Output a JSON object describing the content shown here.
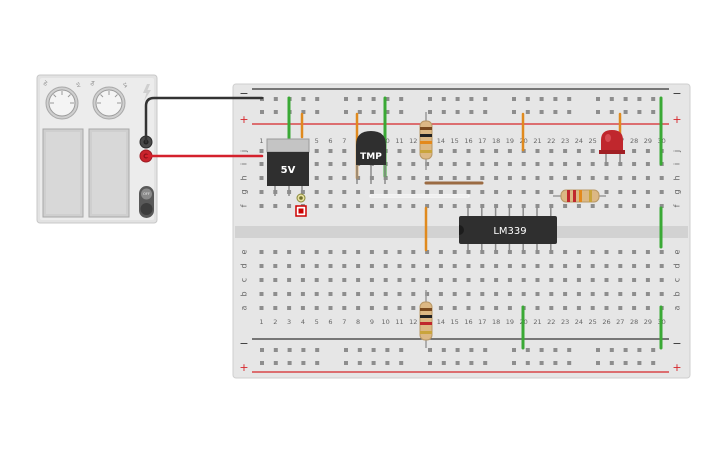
{
  "power_supply": {
    "knob_left_scale_low": "0V",
    "knob_left_scale_high": "5V",
    "knob_right_scale_low": "0A",
    "knob_right_scale_high": "1A",
    "off_label": "OFF"
  },
  "breadboard": {
    "columns": [
      "1",
      "2",
      "3",
      "4",
      "5",
      "6",
      "7",
      "8",
      "9",
      "10",
      "11",
      "12",
      "13",
      "14",
      "15",
      "16",
      "17",
      "18",
      "19",
      "20",
      "21",
      "22",
      "23",
      "24",
      "25",
      "26",
      "27",
      "28",
      "29",
      "30"
    ],
    "rows_top": [
      "j",
      "i",
      "h",
      "g",
      "f"
    ],
    "rows_bottom": [
      "e",
      "d",
      "c",
      "b",
      "a"
    ],
    "rail_minus": "−",
    "rail_plus": "+"
  },
  "components": {
    "regulator_label": "5V",
    "sensor_label": "TMP",
    "comparator_label": "LM339"
  },
  "colors": {
    "wire_black": "#333333",
    "wire_red": "#d4212c",
    "wire_green": "#3aa935",
    "wire_orange": "#e08a1e",
    "led": "#c0272d",
    "rail_red": "#d7262b"
  }
}
